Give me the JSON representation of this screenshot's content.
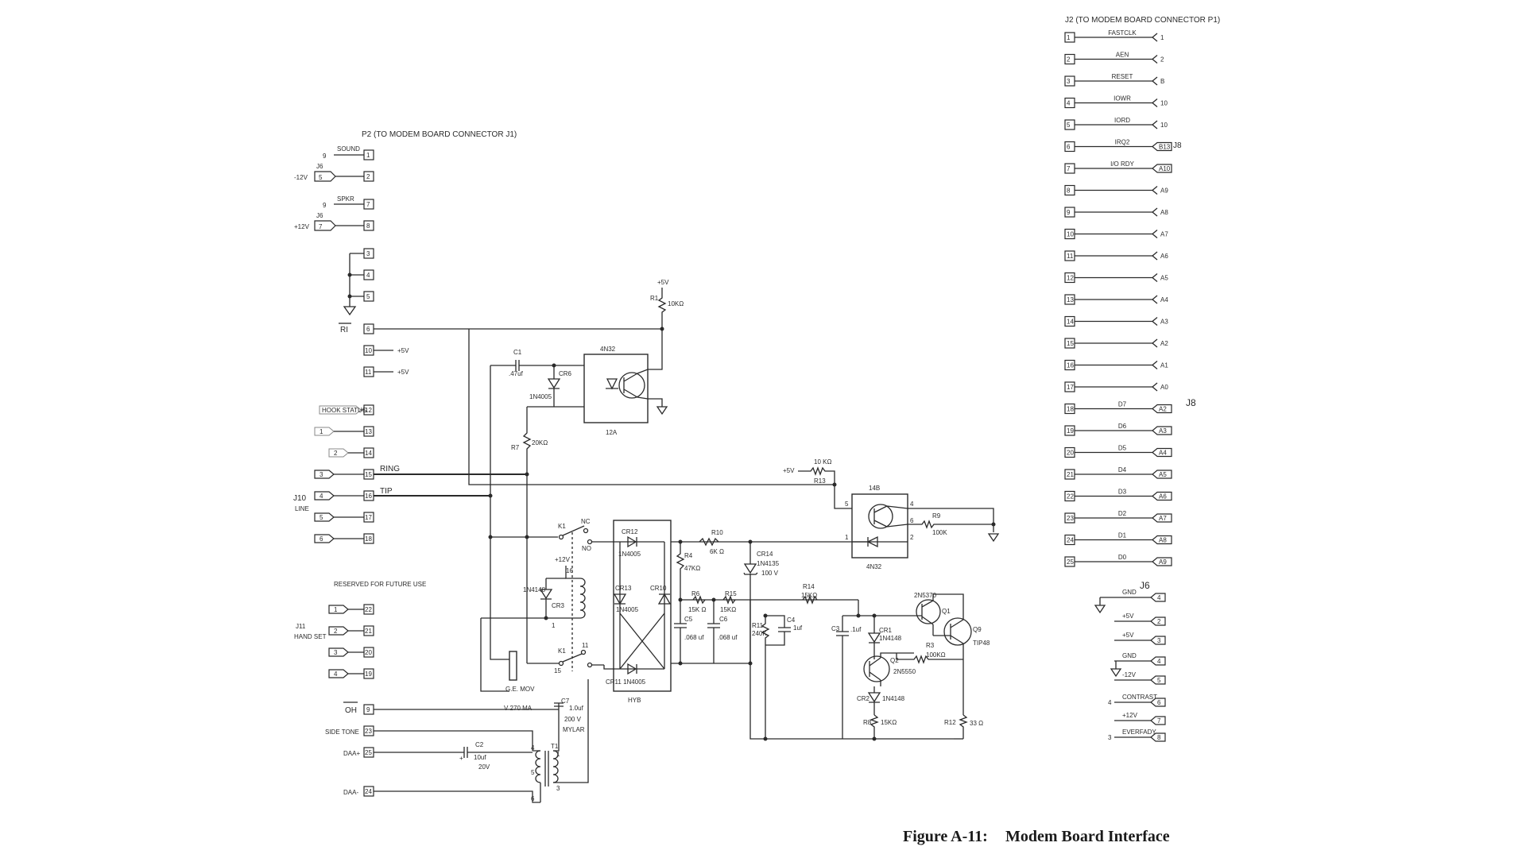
{
  "caption": {
    "figure_label": "Figure A-11:",
    "title": "Modem Board Interface"
  },
  "p2": {
    "title": "P2 (TO MODEM BOARD CONNECTOR J1)",
    "signals": {
      "sound": "SOUND",
      "spkr": "SPKR",
      "minus12v": "-12V",
      "plus12v": "+12V",
      "j6a": "J6",
      "j6b": "J6",
      "r1": "RI",
      "plus5a": "+5V",
      "plus5b": "+5V",
      "hook_status": "HOOK STATUS",
      "ring": "RING",
      "tip": "TIP",
      "j10": "J10",
      "line": "LINE",
      "reserved": "RESERVED FOR FUTURE USE",
      "j11": "J11",
      "hand_set": "HAND SET",
      "oh": "OH",
      "side_tone": "SIDE TONE",
      "daa_plus": "DAA+",
      "daa_minus": "DAA-"
    },
    "pins": [
      "1",
      "2",
      "7",
      "8",
      "3",
      "4",
      "5",
      "6",
      "10",
      "11",
      "12",
      "13",
      "14",
      "15",
      "16",
      "17",
      "18",
      "22",
      "21",
      "20",
      "19",
      "9",
      "23",
      "25",
      "24"
    ],
    "jack_pins": [
      "9",
      "5",
      "9",
      "7",
      "1",
      "2",
      "3",
      "4",
      "5",
      "6",
      "1",
      "2",
      "3",
      "4"
    ]
  },
  "parts": {
    "r1": "R1",
    "r1v": "10KΩ",
    "v5": "+5V",
    "c1": "C1",
    "c1v": ".47uf",
    "cr6": "CR6",
    "cr6p": "1N4005",
    "opto1": "4N32",
    "opto1loc": "12A",
    "r7": "R7",
    "r7v": "20KΩ",
    "k1": "K1",
    "nc": "NC",
    "no": "NO",
    "v12": "+12V",
    "p16": "16",
    "cr3": "CR3",
    "cr3p": "1N4148",
    "k1b": "K1",
    "p15": "15",
    "p11": "11",
    "mov": "G.E. MOV",
    "movp": "V 270 MA",
    "cr12": "CR12",
    "cr12p": "1N4005",
    "cr13": "CR13",
    "cr13p": "1N4005",
    "cr10": "CR10",
    "cr11": "CR11 1N4005",
    "hyb": "HYB",
    "r4": "R4",
    "r4v": "47KΩ",
    "r10": "R10",
    "r10v": "6K Ω",
    "r6": "R6",
    "r6v": "15K Ω",
    "r15": "R15",
    "r15v": "15KΩ",
    "c5": "C5",
    "c5v": ".068 uf",
    "c6": "C6",
    "c6v": ".068 uf",
    "r11": "R11",
    "r11v": "240K",
    "c4": "C4",
    "c4v": "1uf",
    "cr14": "CR14",
    "cr14p": "1N4135",
    "cr14v": "100 V",
    "r14": "R14",
    "r14v": "15KΩ",
    "r13": "R13",
    "r13v": "10 KΩ",
    "v5b": "+5V",
    "opto2loc": "14B",
    "opto2": "4N32",
    "r9": "R9",
    "r9v": "100K",
    "c3": "C3",
    "c3v": ".1uf",
    "cr1": "CR1",
    "cr1p": "1N4148",
    "q1": "Q1",
    "q1p": "2N5370",
    "q2": "Q2",
    "q2p": "2N5550",
    "q9": "Q9",
    "q9p": "TIP48",
    "r3": "R3",
    "r3v": "100KΩ",
    "cr2": "CR2",
    "cr2p": "1N4148",
    "r8": "R8",
    "r8v": "15KΩ",
    "r12": "R12",
    "r12v": "33 Ω",
    "c7": "C7",
    "c7v": "1.0uf",
    "c7v2": "200 V",
    "c7t": "MYLAR",
    "c2": "C2",
    "c2v": "10uf",
    "c2v2": "20V",
    "t1": "T1"
  },
  "j2": {
    "title": "J2 (TO MODEM BOARD CONNECTOR P1)",
    "j8a": "J8",
    "j8b": "J8",
    "rows": [
      {
        "pin": "1",
        "sig": "FASTCLK",
        "num": "1"
      },
      {
        "pin": "2",
        "sig": "AEN",
        "num": "2"
      },
      {
        "pin": "3",
        "sig": "RESET",
        "num": "B"
      },
      {
        "pin": "4",
        "sig": "IOWR",
        "num": "10"
      },
      {
        "pin": "5",
        "sig": "IORD",
        "num": "10"
      },
      {
        "pin": "6",
        "sig": "IRQ2",
        "num": "B13"
      },
      {
        "pin": "7",
        "sig": "I/O RDY",
        "num": "A10"
      },
      {
        "pin": "8",
        "sig": "",
        "num": "A9"
      },
      {
        "pin": "9",
        "sig": "",
        "num": "A8"
      },
      {
        "pin": "10",
        "sig": "",
        "num": "A7"
      },
      {
        "pin": "11",
        "sig": "",
        "num": "A6"
      },
      {
        "pin": "12",
        "sig": "",
        "num": "A5"
      },
      {
        "pin": "13",
        "sig": "",
        "num": "A4"
      },
      {
        "pin": "14",
        "sig": "",
        "num": "A3"
      },
      {
        "pin": "15",
        "sig": "",
        "num": "A2"
      },
      {
        "pin": "16",
        "sig": "",
        "num": "A1"
      },
      {
        "pin": "17",
        "sig": "",
        "num": "A0"
      },
      {
        "pin": "18",
        "sig": "D7",
        "num": "A2"
      },
      {
        "pin": "19",
        "sig": "D6",
        "num": "A3"
      },
      {
        "pin": "20",
        "sig": "D5",
        "num": "A4"
      },
      {
        "pin": "21",
        "sig": "D4",
        "num": "A5"
      },
      {
        "pin": "22",
        "sig": "D3",
        "num": "A6"
      },
      {
        "pin": "23",
        "sig": "D2",
        "num": "A7"
      },
      {
        "pin": "24",
        "sig": "D1",
        "num": "A8"
      },
      {
        "pin": "25",
        "sig": "D0",
        "num": "A9"
      }
    ]
  },
  "j6": {
    "title": "J6",
    "rows": [
      {
        "lead": "",
        "sig": "GND",
        "pin": "4"
      },
      {
        "lead": "",
        "sig": "+5V",
        "pin": "2"
      },
      {
        "lead": "",
        "sig": "+5V",
        "pin": "3"
      },
      {
        "lead": "",
        "sig": "GND",
        "pin": "4"
      },
      {
        "lead": "",
        "sig": "-12V",
        "pin": "5"
      },
      {
        "lead": "4",
        "sig": "CONTRAST",
        "pin": "6"
      },
      {
        "lead": "",
        "sig": "+12V",
        "pin": "7"
      },
      {
        "lead": "3",
        "sig": "EVERFADY",
        "pin": "8"
      }
    ]
  }
}
